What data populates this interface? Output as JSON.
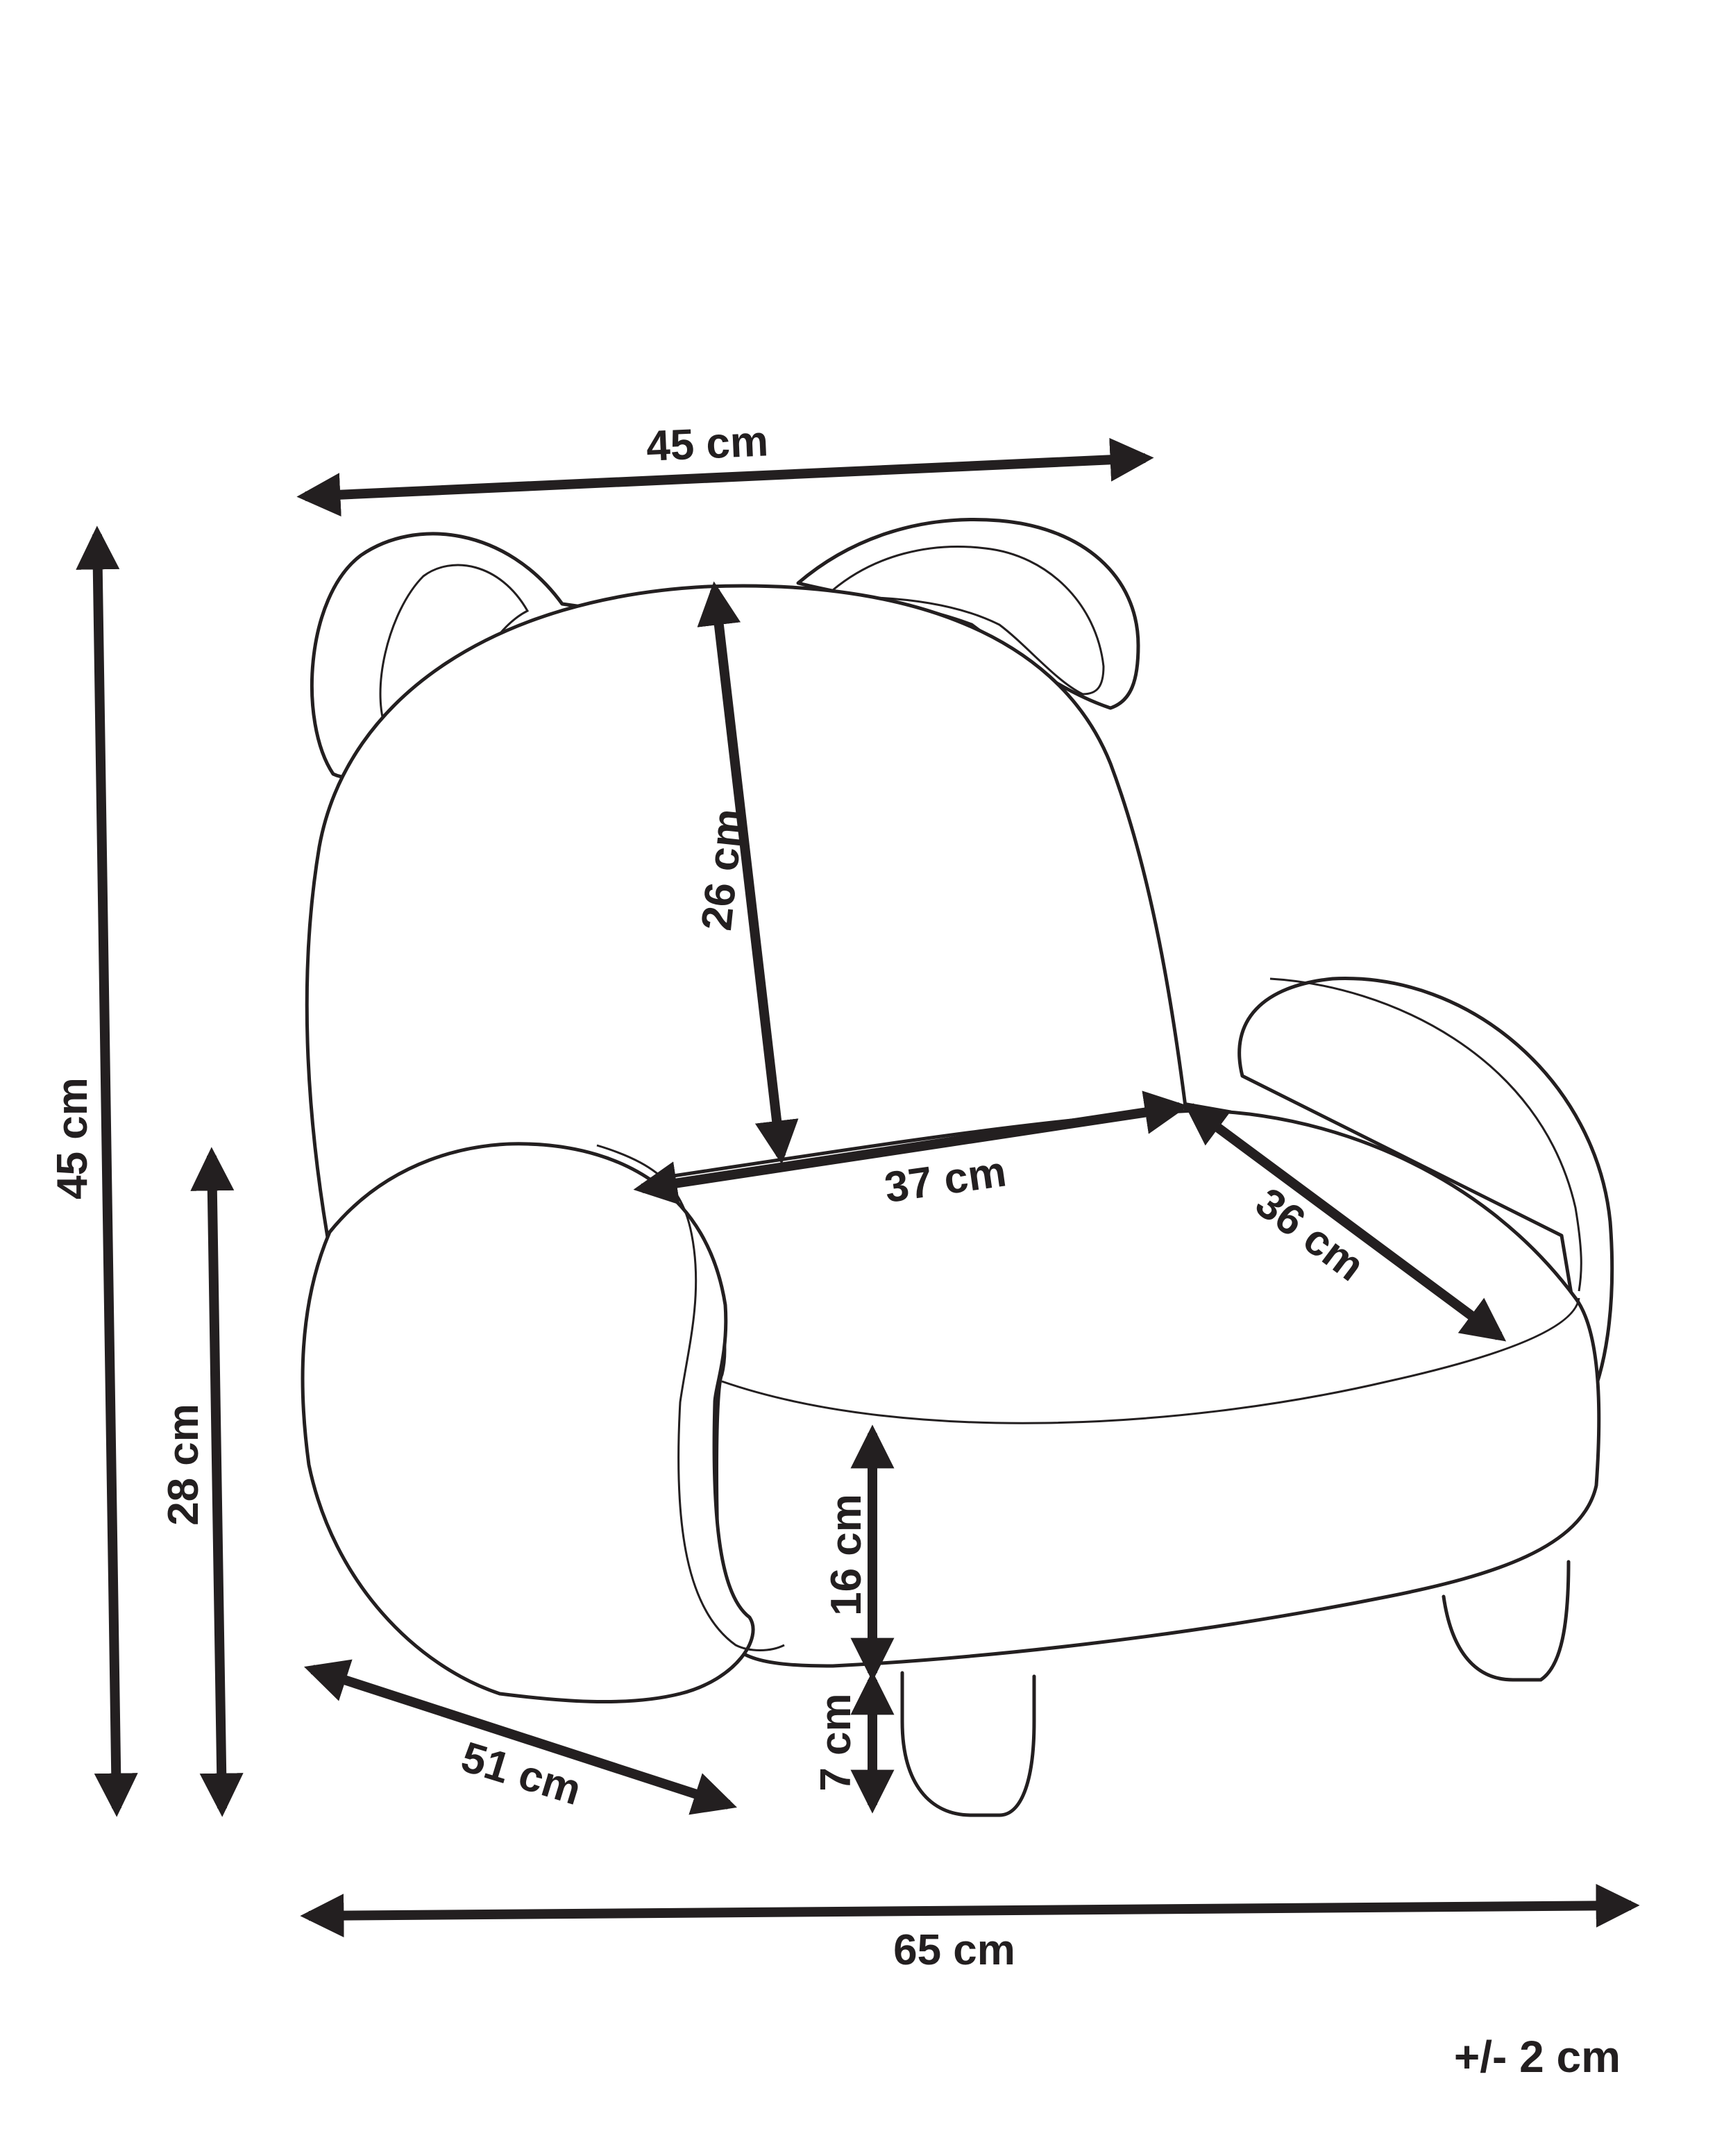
{
  "diagram": {
    "subject": "Kids armchair with bear ears — dimensions drawing",
    "colors": {
      "line": "#231f20",
      "background": "#ffffff"
    },
    "dimensions": {
      "top_width": "45 cm",
      "total_height": "45 cm",
      "armrest_height": "28 cm",
      "backrest_height": "26 cm",
      "seat_width": "37 cm",
      "seat_depth": "36 cm",
      "seat_cushion_height": "16 cm",
      "leg_height": "7 cm",
      "depth": "51 cm",
      "total_width": "65 cm"
    },
    "tolerance": "+/- 2 cm"
  }
}
